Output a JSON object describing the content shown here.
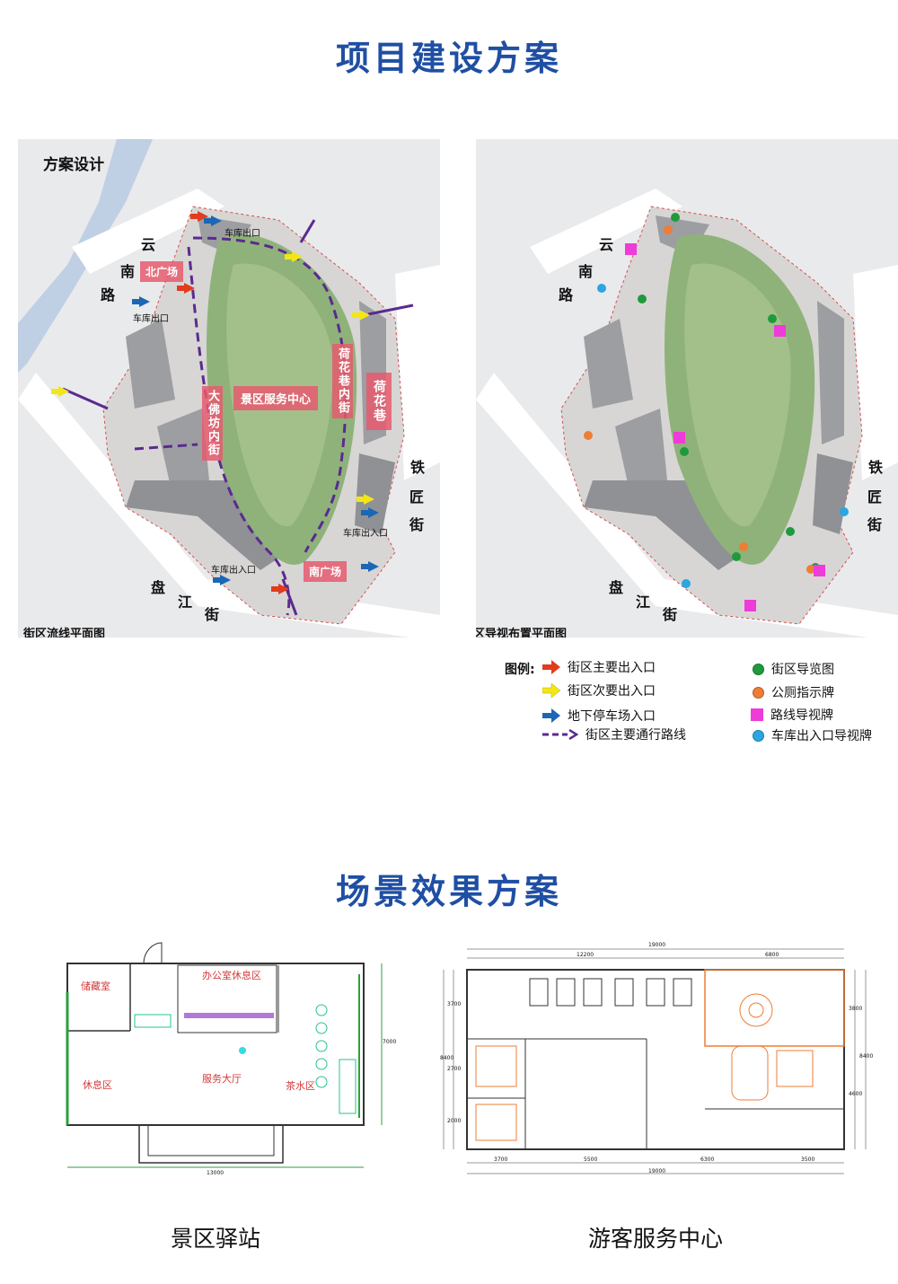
{
  "sections": {
    "top_title": "项目建设方案",
    "bottom_title": "场景效果方案"
  },
  "left_map": {
    "plan_title": "方案设计",
    "caption": "街区流线平面图",
    "roads": {
      "yunnan_1": "云",
      "yunnan_2": "南",
      "yunnan_3": "路",
      "panjiang_1": "盘",
      "panjiang_2": "江",
      "panjiang_3": "街",
      "tiejiang_1": "铁",
      "tiejiang_2": "匠",
      "tiejiang_3": "街"
    },
    "labels": {
      "north_plaza": "北广场",
      "south_plaza": "南广场",
      "service_center": "景区服务中心",
      "dafofang": "大佛坊内街",
      "hehuaxiang_inner": "荷花巷内街",
      "hehuaxiang": "荷花巷"
    },
    "garage_1": "车库出口",
    "garage_2": "车库出口",
    "garage_3": "车库出入口",
    "garage_4": "车库出入口"
  },
  "right_map": {
    "caption": "街区导视布置平面图",
    "roads": {
      "yunnan_1": "云",
      "yunnan_2": "南",
      "yunnan_3": "路",
      "panjiang_1": "盘",
      "panjiang_2": "江",
      "panjiang_3": "街",
      "tiejiang_1": "铁",
      "tiejiang_2": "匠",
      "tiejiang_3": "街"
    }
  },
  "legend": {
    "title": "图例:",
    "main_entrance": "街区主要出入口",
    "secondary_entrance": "街区次要出入口",
    "parking_entrance": "地下停车场入口",
    "main_route": "街区主要通行路线",
    "guide_map": "街区导览图",
    "toilet_sign": "公厕指示牌",
    "route_sign": "路线导视牌",
    "garage_sign": "车库出入口导视牌"
  },
  "colors": {
    "title_blue": "#1f4fa3",
    "main_arrow": "#e23b1e",
    "secondary_arrow": "#f2e619",
    "parking_arrow": "#1c67b4",
    "route_purple": "#5b2a90",
    "guide_green": "#1e9a3c",
    "toilet_orange": "#ee7d35",
    "route_magenta": "#ee3bd9",
    "garage_blue": "#2aa6e0"
  },
  "station_plan": {
    "caption": "景区驿站",
    "rooms": {
      "storage": "储藏室",
      "office": "办公室休息区",
      "hall": "服务大厅",
      "rest": "休息区",
      "tea": "茶水区"
    },
    "dim_width": "13000",
    "dim_depth": "7000"
  },
  "visitor_plan": {
    "caption": "游客服务中心",
    "dims_top": [
      "12200",
      "6800"
    ],
    "dim_total_top": "19000",
    "dims_bottom": [
      "3700",
      "5500",
      "6300",
      "3500"
    ],
    "dim_total_bottom": "19000",
    "dims_left": [
      "3700",
      "2700",
      "2000"
    ],
    "dim_total_left": "8400",
    "dims_right": [
      "3800",
      "4600"
    ],
    "dim_total_right": "8400"
  }
}
